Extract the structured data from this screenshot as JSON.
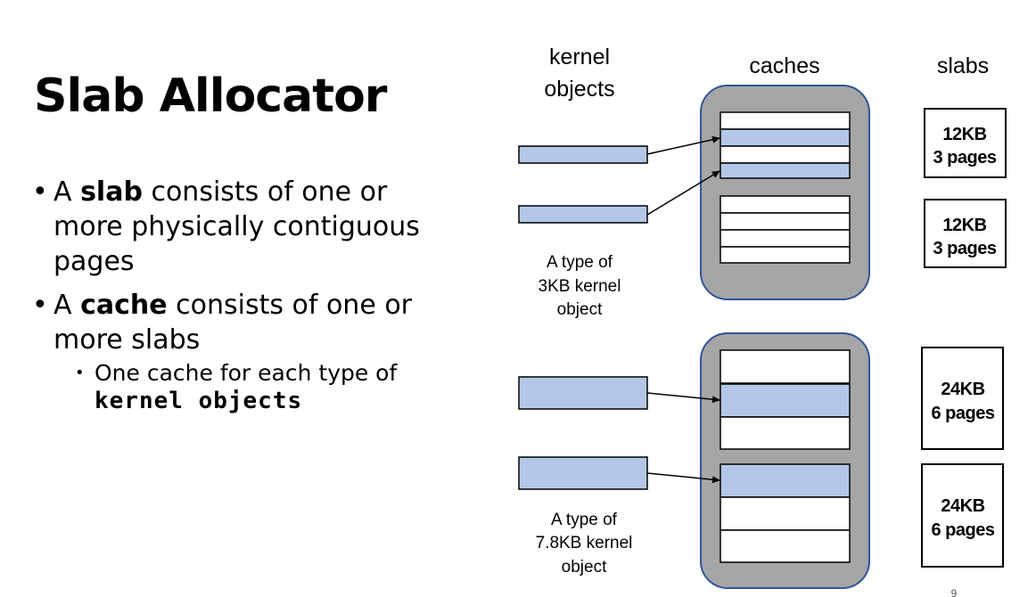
{
  "slide": {
    "title": "Slab Allocator",
    "bullets": [
      {
        "prefix": "A ",
        "bold": "slab",
        "rest": " consists of one or more physically contiguous pages"
      },
      {
        "prefix": "A ",
        "bold": "cache",
        "rest": " consists of one or more slabs",
        "sub": {
          "prefix": "One cache for each type of ",
          "bold": "kernel objects"
        }
      }
    ],
    "page_number": "9"
  },
  "diagram": {
    "headers": {
      "kernel_objects_line1": "kernel",
      "kernel_objects_line2": "objects",
      "caches": "caches",
      "slabs": "slabs"
    },
    "caption_3kb": [
      "A type of",
      "3KB kernel",
      "object"
    ],
    "caption_78kb": [
      "A type of",
      "7.8KB kernel",
      "object"
    ],
    "slabs": [
      {
        "size": "12KB",
        "pages": "3 pages"
      },
      {
        "size": "12KB",
        "pages": "3 pages"
      },
      {
        "size": "24KB",
        "pages": "6 pages"
      },
      {
        "size": "24KB",
        "pages": "6 pages"
      }
    ],
    "colors": {
      "object_fill": "#b4c7e7",
      "cache_fill": "#a6a6a6",
      "cache_border": "#2f5597"
    }
  }
}
